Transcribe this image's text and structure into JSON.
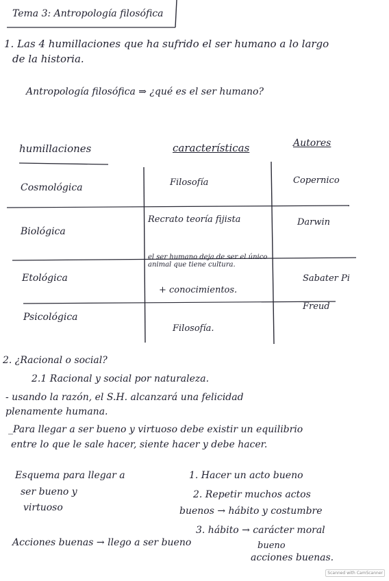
{
  "title": "Tema 3: Antropología filosófica",
  "section1": {
    "line1": "1. Las 4 humillaciones que ha sufrido el ser humano a lo largo",
    "line2": "de la historia.",
    "definition": "Antropología filosófica ⇒ ¿qué es el ser humano?"
  },
  "table": {
    "headers": [
      "humillaciones",
      "características",
      "Autores"
    ],
    "rows": [
      {
        "humillacion": "Cosmológica",
        "caracteristica": "Filosofía",
        "autor": "Copernico"
      },
      {
        "humillacion": "Biológica",
        "caracteristica": "Recrato teoría fijista",
        "autor": "Darwin"
      },
      {
        "humillacion": "Etológica",
        "caracteristica": "el ser humano deja de ser el único animal que tiene cultura.",
        "extra": "+ conocimientos.",
        "autor": "Sabater Pi"
      },
      {
        "humillacion": "Psicológica",
        "caracteristica": "Filosofía.",
        "autor": "Freud"
      }
    ]
  },
  "section2": {
    "heading": "2. ¿Racional o social?",
    "sub": "2.1 Racional y social por naturaleza.",
    "p1_line1": "- usando la razón, el S.H. alcanzará una felicidad",
    "p1_line2": "plenamente humana.",
    "p2_line1": "_Para llegar a ser bueno y virtuoso debe existir un equilibrio",
    "p2_line2": "entre lo que le sale hacer, siente hacer y debe hacer."
  },
  "scheme": {
    "left_line1": "Esquema para llegar a",
    "left_line2": "ser bueno y",
    "left_line3": "virtuoso",
    "step1": "1. Hacer un acto bueno",
    "step2": "2. Repetir muchos actos",
    "step2b": "buenos → hábito y costumbre",
    "step3": "3. hábito → carácter moral",
    "step3b": "bueno",
    "step3c": "acciones buenas.",
    "bottom_left": "Acciones buenas → llego a ser bueno"
  },
  "badge": "Scanned with CamScanner"
}
